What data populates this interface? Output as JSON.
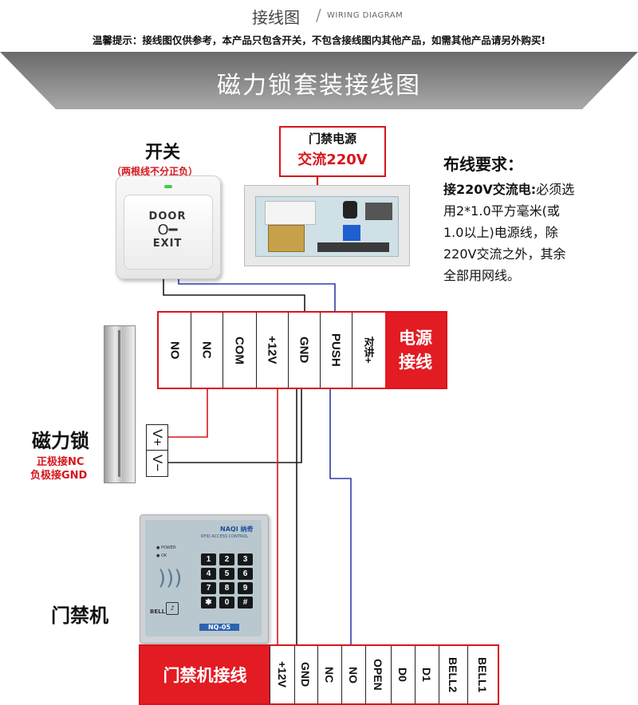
{
  "header": {
    "title_cn": "接线图",
    "title_en": "WIRING DIAGRAM",
    "notice": "温馨提示：接线图仅供参考，本产品只包含开关，不包含接线图内其他产品，如需其他产品请另外购买!",
    "banner": "磁力锁套装接线图"
  },
  "switch": {
    "title": "开关",
    "note": "（两根线不分正负）",
    "door_text": "DOOR",
    "key_glyph": "O━",
    "exit_text": "EXIT"
  },
  "power": {
    "title": "门禁电源",
    "subtitle": "交流220V"
  },
  "requirements": {
    "title": "布线要求：",
    "bold_lead": "接220V交流电:",
    "line1_rest": "必须选",
    "line2": "用2*1.0平方毫米(或",
    "line3": "1.0以上)电源线，除",
    "line4": "220V交流之外，其余",
    "line5": "全部用网线。"
  },
  "power_terminals": {
    "labels": [
      "NO",
      "NC",
      "COM",
      "+12V",
      "GND",
      "PUSH",
      "对讲+"
    ],
    "tag_line1": "电源",
    "tag_line2": "接线"
  },
  "maglock": {
    "title": "磁力锁",
    "note1": "正极接NC",
    "note2": "负极接GND",
    "plus": "V+",
    "minus": "V−"
  },
  "keypad": {
    "label": "门禁机",
    "brand": "NAQI 纳奇",
    "subtitle": "RFID ACCESS CONTROL",
    "power_ind": "● POWER",
    "ok_ind": "● OK",
    "keys": [
      "1",
      "2",
      "3",
      "4",
      "5",
      "6",
      "7",
      "8",
      "9",
      "✱",
      "0",
      "#"
    ],
    "bell": "BELL",
    "model": "NQ-05"
  },
  "controller_terminals": {
    "tag": "门禁机接线",
    "labels": [
      "+12V",
      "GND",
      "NC",
      "NO",
      "OPEN",
      "D0",
      "D1",
      "BELL2",
      "BELL1"
    ]
  },
  "colors": {
    "brand_red": "#e31b23",
    "wire_red": "#d8141b",
    "wire_blue": "#2b3fa8",
    "wire_black": "#1a1a1a",
    "banner_gray": "#8c8c8c"
  }
}
